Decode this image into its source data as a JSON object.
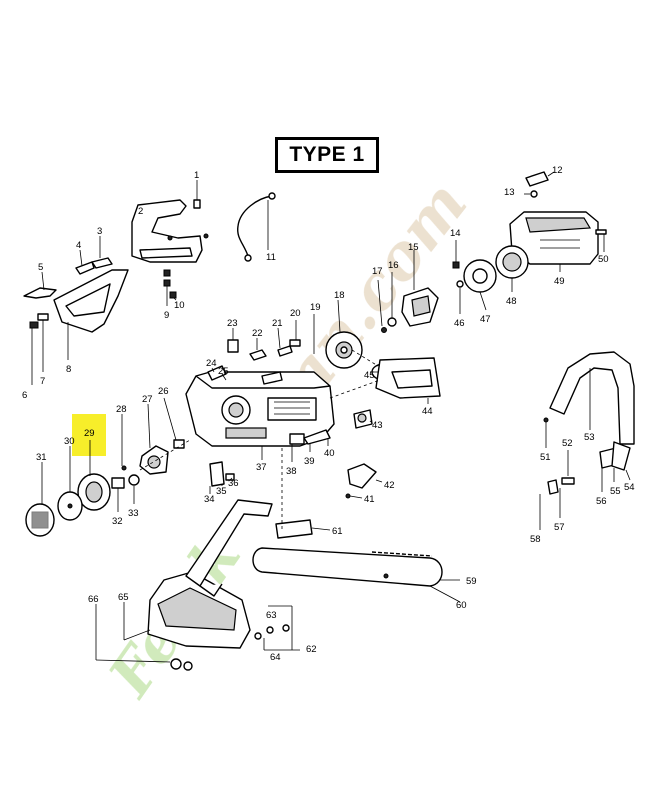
{
  "title": "TYPE 1",
  "watermark": {
    "text_a": "Fersk",
    "text_b": "lan.com",
    "color": "#e9dcc8",
    "green": "#c9e7b0",
    "accent": "#f7c07a"
  },
  "highlight_color": "#f7ee2a",
  "highlighted_part": "29",
  "part_labels": [
    "1",
    "2",
    "3",
    "4",
    "5",
    "6",
    "7",
    "8",
    "9",
    "10",
    "11",
    "12",
    "13",
    "14",
    "15",
    "16",
    "17",
    "18",
    "19",
    "20",
    "21",
    "22",
    "23",
    "24",
    "25",
    "26",
    "27",
    "28",
    "29",
    "30",
    "31",
    "32",
    "33",
    "34",
    "35",
    "36",
    "37",
    "38",
    "39",
    "40",
    "41",
    "42",
    "43",
    "44",
    "45",
    "46",
    "47",
    "48",
    "49",
    "50",
    "51",
    "52",
    "53",
    "54",
    "55",
    "56",
    "57",
    "58",
    "59",
    "60",
    "61",
    "62",
    "63",
    "64",
    "65",
    "66"
  ]
}
